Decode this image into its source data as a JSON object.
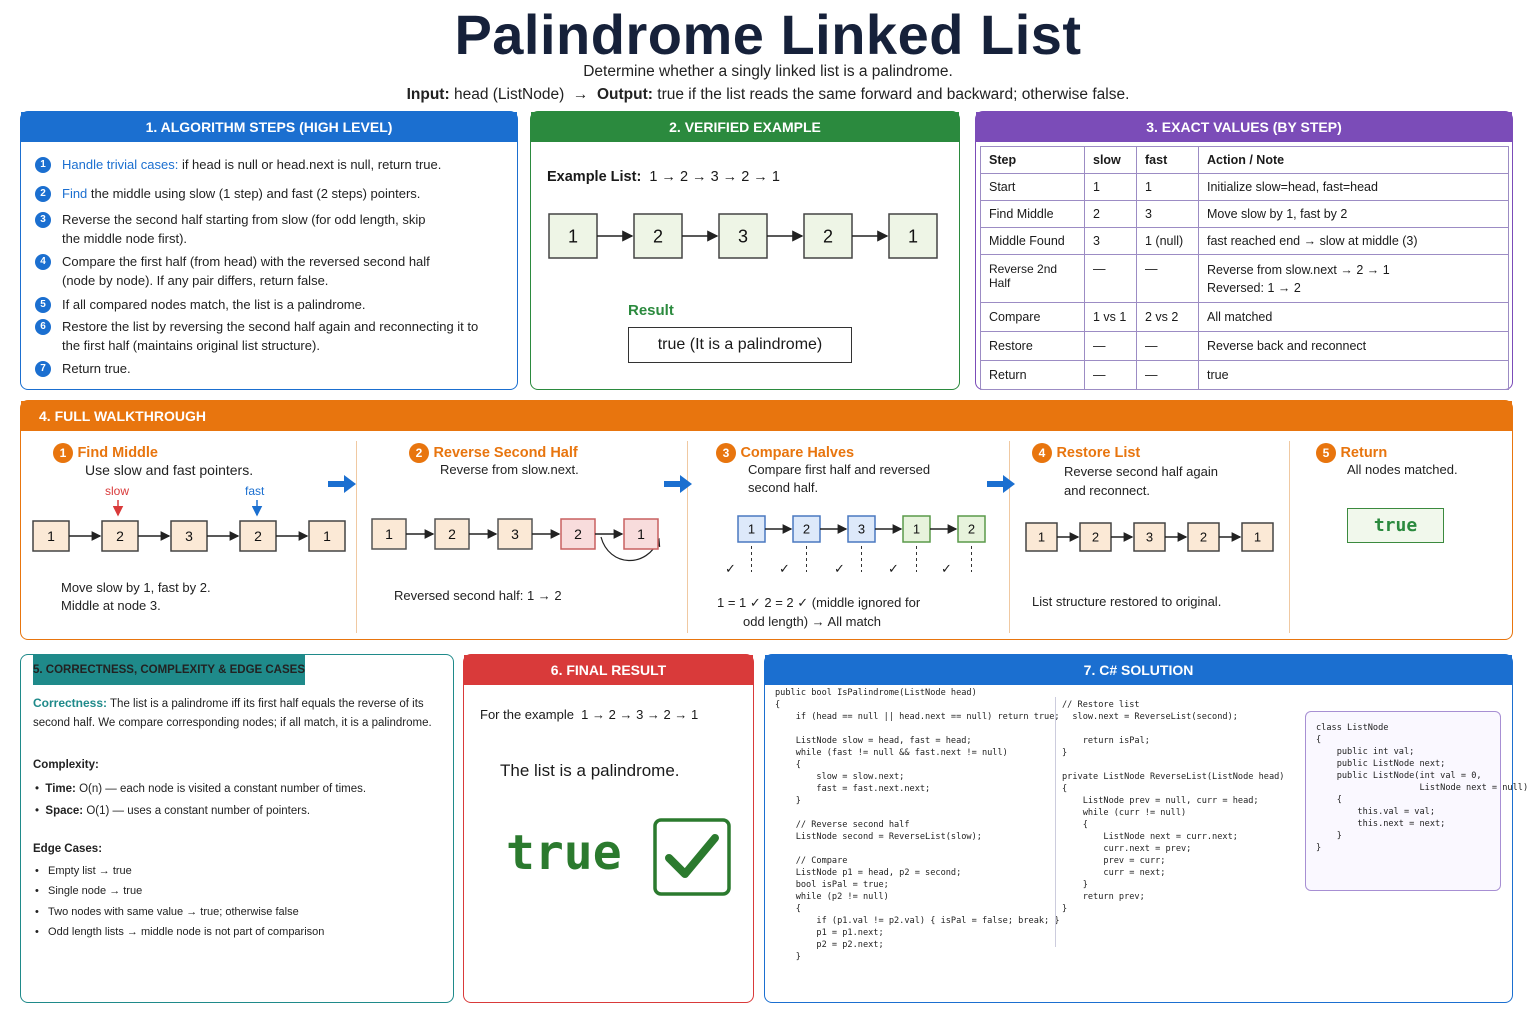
{
  "header": {
    "title": "Palindrome Linked List",
    "subtitle": "Determine whether a singly linked list is a palindrome.",
    "io_input_label": "Input:",
    "io_input_value": "head (ListNode)",
    "io_arrow": "→",
    "io_output_label": "Output:",
    "io_output_value": "true if the list reads the same forward and backward; otherwise false."
  },
  "steps": {
    "title": "1. ALGORITHM STEPS (HIGH LEVEL)",
    "items": [
      {
        "n": "1",
        "lead": "Handle trivial cases:",
        "text": " if head is null or head.next is null, return true."
      },
      {
        "n": "2",
        "lead": "Find",
        "text": " the middle using slow (1 step) and fast (2 steps) pointers."
      },
      {
        "n": "3",
        "lead": "",
        "text": "Reverse the second half starting from slow (for odd length, skip the middle node first)."
      },
      {
        "n": "4",
        "lead": "",
        "text": "Compare the first half (from head) with the reversed second half (node by node). If any pair differs, return false."
      },
      {
        "n": "5",
        "lead": "",
        "text": "If all compared nodes match, the list is a palindrome."
      },
      {
        "n": "6",
        "lead": "",
        "text": "Restore the list by reversing the second half again and reconnecting it to the first half (maintains original list structure)."
      },
      {
        "n": "7",
        "lead": "",
        "text": "Return true."
      }
    ]
  },
  "example": {
    "title": "2. VERIFIED EXAMPLE",
    "label": "Example List:",
    "list_text": "1 → 2 → 3 → 2 → 1",
    "nodes": [
      "1",
      "2",
      "3",
      "2",
      "1"
    ],
    "result_label": "Result",
    "result_value": "true (It is a palindrome)"
  },
  "values": {
    "title": "3. EXACT VALUES (BY STEP)",
    "headers": [
      "Step",
      "slow",
      "fast",
      "Action / Note"
    ],
    "rows": [
      [
        "Start",
        "1",
        "1",
        "Initialize slow=head, fast=head"
      ],
      [
        "Find Middle",
        "2",
        "3",
        "Move slow by 1, fast by 2"
      ],
      [
        "Middle Found",
        "3",
        "1 (null)",
        "fast reached end → slow at middle (3)"
      ],
      [
        "Reverse 2nd Half",
        "—",
        "—",
        "Reverse from slow.next → 2 → 1"
      ],
      [
        "Compare",
        "1 vs 1",
        "2 vs 2",
        "All matched"
      ],
      [
        "Restore",
        "—",
        "—",
        "Reverse back and reconnect"
      ],
      [
        "Return",
        "—",
        "—",
        "true"
      ]
    ],
    "reverse_note2": "Reversed:  1 → 2"
  },
  "walk": {
    "title": "4. FULL WALKTHROUGH",
    "s1": {
      "n": "1",
      "title": "Find Middle",
      "desc": "Use slow and fast pointers.",
      "slow": "slow",
      "fast": "fast",
      "nodes": [
        "1",
        "2",
        "3",
        "2",
        "1"
      ],
      "foot1": "Move slow by 1, fast by 2.",
      "foot2": "Middle at node 3."
    },
    "s2": {
      "n": "2",
      "title": "Reverse Second Half",
      "desc": "Reverse from slow.next.",
      "nodes": [
        "1",
        "2",
        "3",
        "2",
        "1"
      ],
      "foot": "Reversed second half:  1  →  2"
    },
    "s3": {
      "n": "3",
      "title": "Compare Halves",
      "desc1": "Compare first half and reversed",
      "desc2": "second half.",
      "nodes": [
        "1",
        "2",
        "3",
        "1",
        "2"
      ],
      "check": "✓",
      "foot1": "1 = 1 ✓    2 = 2 ✓    (middle ignored for",
      "foot2": "odd length) → All match"
    },
    "s4": {
      "n": "4",
      "title": "Restore List",
      "desc1": "Reverse second half again",
      "desc2": "and reconnect.",
      "nodes": [
        "1",
        "2",
        "3",
        "2",
        "1"
      ],
      "foot": "List structure restored to original."
    },
    "s5": {
      "n": "5",
      "title": "Return",
      "desc": "All nodes matched.",
      "value": "true"
    }
  },
  "correctness": {
    "title": "5. CORRECTNESS, COMPLEXITY & EDGE CASES",
    "c_label": "Correctness:",
    "c_text1": " The list is a palindrome iff its first half equals the reverse of its",
    "c_text2": "second half. We compare corresponding nodes; if all match, it is a palindrome.",
    "cx_label": "Complexity:",
    "time_label": "Time:",
    "time_text": " O(n)  —  each node is visited a constant number of times.",
    "space_label": "Space:",
    "space_text": " O(1)  —  uses a constant number of pointers.",
    "edge_label": "Edge Cases:",
    "edges": [
      "Empty list  →  true",
      "Single node  →  true",
      "Two nodes with same value  →  true; otherwise false",
      "Odd length lists  →  middle node is not part of comparison"
    ]
  },
  "final": {
    "title": "6. FINAL RESULT",
    "example_label": "For the example",
    "example_list": "1  →  2  →  3  →  2  →  1",
    "statement": "The list is a palindrome.",
    "value": "true"
  },
  "solution": {
    "title": "7. C# SOLUTION",
    "code_main": "public bool IsPalindrome(ListNode head)\n{\n    if (head == null || head.next == null) return true;\n\n    ListNode slow = head, fast = head;\n    while (fast != null && fast.next != null)\n    {\n        slow = slow.next;\n        fast = fast.next.next;\n    }\n\n    // Reverse second half\n    ListNode second = ReverseList(slow);\n\n    // Compare\n    ListNode p1 = head, p2 = second;\n    bool isPal = true;\n    while (p2 != null)\n    {\n        if (p1.val != p2.val) { isPal = false; break; }\n        p1 = p1.next;\n        p2 = p2.next;\n    }",
    "code_right": "// Restore list\n  slow.next = ReverseList(second);\n\n    return isPal;\n}\n\nprivate ListNode ReverseList(ListNode head)\n{\n    ListNode prev = null, curr = head;\n    while (curr != null)\n    {\n        ListNode next = curr.next;\n        curr.next = prev;\n        prev = curr;\n        curr = next;\n    }\n    return prev;\n}",
    "code_class": "class ListNode\n{\n    public int val;\n    public ListNode next;\n    public ListNode(int val = 0,\n                    ListNode next = null)\n    {\n        this.val = val;\n        this.next = next;\n    }\n}"
  },
  "colors": {
    "blue": "#1b6fd0",
    "green": "#2b8a3e",
    "purple": "#7b4cb8",
    "orange": "#e8750e",
    "teal": "#1f8a8a",
    "red": "#d93a3a"
  }
}
